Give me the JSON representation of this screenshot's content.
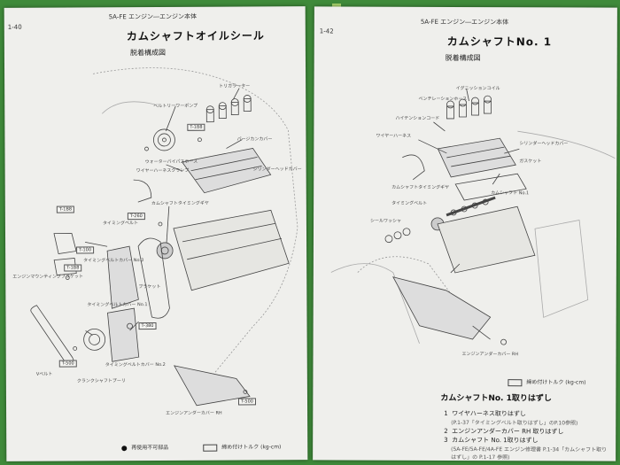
{
  "left_page": {
    "header": "5A-FE エンジン―エンジン本体",
    "page_number": "1-40",
    "title": "カムシャフトオイルシール",
    "subtitle": "脱着構成図",
    "labels": [
      "ベルトリーワーポンプ",
      "トリガラーター",
      "ワイヤーハーネスクランプ",
      "パージカンカバー",
      "ウォーターバイパスホース",
      "シリンダーヘッドカバー",
      "カムシャフトタイミングギヤ",
      "タイミングベルト",
      "クランクシャフトプーリ",
      "タイミングベルトカバー No.1",
      "タイミングベルトカバー No.2",
      "タイミングベルトカバー No.3",
      "ブラケット",
      "Vベルト",
      "エンジンアンダーカバー RH",
      "エンジンマウンティングブラケット"
    ],
    "torques": [
      "T-1B8",
      "T-260",
      "T-1B8",
      "T-100",
      "T-1B8",
      "T-380",
      "T-500",
      "T-500"
    ],
    "legend_nonreusable": "再使用不可部品",
    "legend_torque": "締め付けトルク (kg-cm)"
  },
  "right_page": {
    "header": "5A-FE エンジン―エンジン本体",
    "page_number": "1-42",
    "title": "カムシャフトNo. 1",
    "subtitle": "脱着構成図",
    "labels": [
      "イグニッションコイル",
      "ベンチレーションホース",
      "ハイテンションコード",
      "ワイヤーハーネス",
      "シリンダーヘッドカバー",
      "ガスケット",
      "カムシャフト No.1",
      "カムシャフトタイミングギヤ",
      "タイミングベルト",
      "シールワッシャ",
      "エンジンアンダーカバー RH"
    ],
    "torque_legend": "締め付けトルク (kg-cm)",
    "section_title": "カムシャフトNo. 1取りはずし",
    "steps": [
      {
        "num": "1",
        "text": "ワイヤハーネス取りはずし"
      },
      {
        "num": "",
        "text": "(P.1-37「タイミングベルト取りはずし」のP.10参照)"
      },
      {
        "num": "2",
        "text": "エンジンアンダーカバー RH 取りはずし"
      },
      {
        "num": "3",
        "text": "カムシャフト No. 1取りはずし"
      },
      {
        "num": "",
        "text": "(5A-FE/5A-FE/4A-FE エンジン修理書 P.1-34「カムシャフト取り"
      },
      {
        "num": "",
        "text": "はずし」の P.1-17 参照)"
      }
    ]
  }
}
